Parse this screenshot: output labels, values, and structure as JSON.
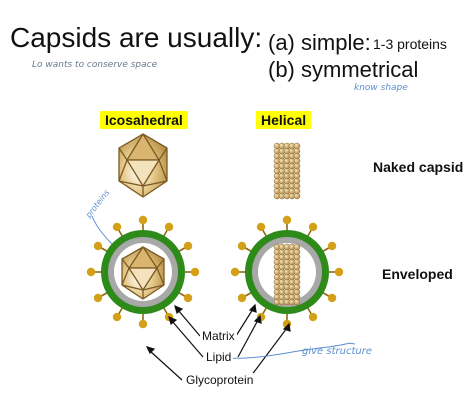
{
  "header": {
    "title": "Capsids are usually:",
    "option_a": "(a) simple:",
    "option_a_note": "1-3 proteins",
    "option_b": "(b) symmetrical"
  },
  "handwritten": {
    "conserve_space": "Lo wants to conserve space",
    "know_shape": "know shape",
    "proteins": "proteins",
    "give_structure": "give structure"
  },
  "columns": {
    "icosahedral": "Icosahedral",
    "helical": "Helical"
  },
  "rows": {
    "naked": "Naked capsid",
    "enveloped": "Enveloped"
  },
  "callouts": {
    "matrix": "Matrix",
    "lipid": "Lipid",
    "glycoprotein": "Glycoprotein"
  },
  "colors": {
    "capsid": "#c9a052",
    "capsid_dark": "#7a5a22",
    "lipid": "#2e8b1a",
    "matrix": "#a8a8a8",
    "glycoprotein": "#d4a017",
    "highlight": "#ffff00",
    "annotation": "#5a8fcf"
  }
}
